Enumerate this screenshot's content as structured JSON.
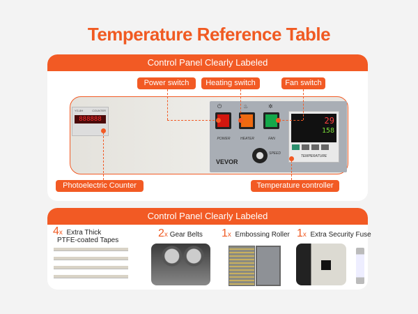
{
  "title": "Temperature Reference Table",
  "panel_section": {
    "header": "Control Panel Clearly Labeled",
    "callouts": {
      "power": "Power switch",
      "heating": "Heating switch",
      "fan": "Fan switch",
      "counter": "Photoelectric Counter",
      "temp": "Temperature controller"
    },
    "counter": {
      "model": "YG-8H",
      "label": "COUNTER",
      "reading": "888888"
    },
    "switches": [
      {
        "label": "POWER",
        "color": "#d3170f"
      },
      {
        "label": "HEATER",
        "color": "#ef6a10"
      },
      {
        "label": "FAN",
        "color": "#14a84a"
      }
    ],
    "speed_label": "SPEED",
    "brand": "VEVOR",
    "controller": {
      "pv": "29",
      "sv": "158",
      "label": "TEMPERATURE"
    }
  },
  "accessories": {
    "header": "Control Panel Clearly Labeled",
    "items": [
      {
        "qty": "4",
        "x": "x",
        "name": "Extra Thick",
        "name2": "PTFE-coated Tapes"
      },
      {
        "qty": "2",
        "x": "x",
        "name": "Gear Belts"
      },
      {
        "qty": "1",
        "x": "x",
        "name": "Embossing Roller"
      },
      {
        "qty": "1",
        "x": "x",
        "name": "Extra Security Fuse"
      }
    ]
  }
}
